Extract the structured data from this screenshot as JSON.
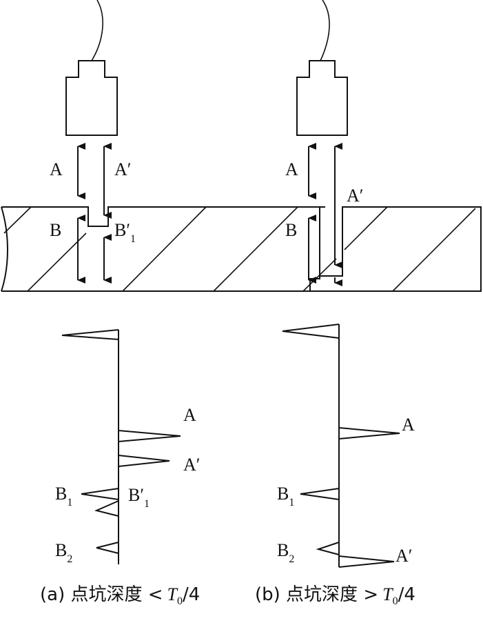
{
  "labels": {
    "a": {
      "A": "A",
      "A_prime": "A",
      "prime": "′",
      "B": "B",
      "B1p": "B",
      "sub1": "1",
      "wA": "A",
      "wAp": "A",
      "wB1": "B",
      "wB1sub": "1",
      "wB1p": "B",
      "wB1psub": "1",
      "wB2": "B",
      "wB2sub": "2"
    },
    "b": {
      "A": "A",
      "A_prime": "A",
      "prime": "′",
      "B": "B",
      "wA": "A",
      "wB1": "B",
      "wB1sub": "1",
      "wB2": "B",
      "wB2sub": "2",
      "wAp": "A"
    }
  },
  "captions": {
    "a": {
      "prefix": "(a) 点坑深度 <",
      "T": "T",
      "sub": "0",
      "suffix": "/4"
    },
    "b": {
      "prefix": "(b) 点坑深度 >",
      "T": "T",
      "sub": "0",
      "suffix": "/4"
    }
  }
}
